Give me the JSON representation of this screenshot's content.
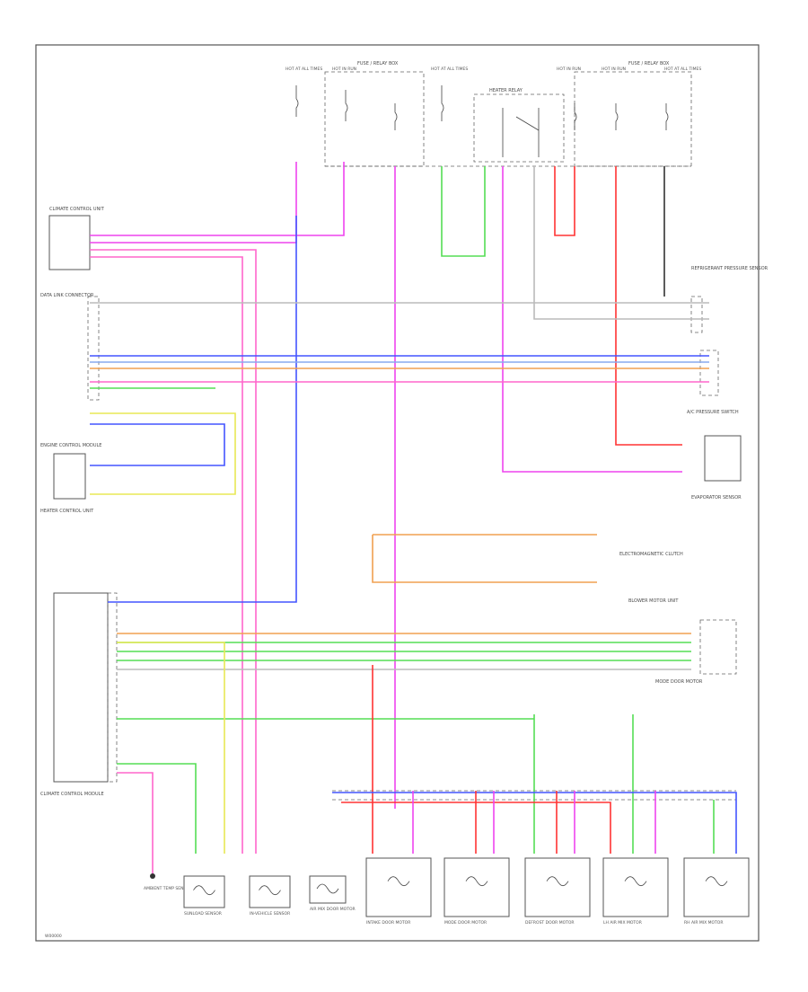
{
  "page": {
    "figure_id": "W00000"
  },
  "colors": {
    "magenta": "#ee44ee",
    "pink": "#ff66cc",
    "blue": "#4455ff",
    "lightblue": "#88aaee",
    "red": "#ff3333",
    "yellow": "#e8e855",
    "green": "#55dd55",
    "orange": "#f0a050",
    "gray": "#bbbbbb",
    "dark": "#333333"
  },
  "fuse_labels": [
    "HOT AT ALL TIMES",
    "HOT IN RUN",
    "HOT AT ALL TIMES",
    "HOT IN RUN",
    "HOT IN RUN",
    "HOT AT ALL TIMES"
  ],
  "top_labels": {
    "left_box": "FUSE / RELAY BOX",
    "center_box": "HEATER RELAY",
    "right_box": "FUSE / RELAY BOX"
  },
  "left_labels": {
    "climate_control_unit": "CLIMATE CONTROL UNIT",
    "data_link": "DATA LINK CONNECTOR",
    "engine_control_module": "ENGINE CONTROL MODULE",
    "heater_control": "HEATER CONTROL UNIT",
    "bottom_unit": "CLIMATE CONTROL MODULE"
  },
  "right_labels": {
    "refrigerant_sensor": "REFRIGERANT PRESSURE SENSOR",
    "ac_pressure": "A/C PRESSURE SWITCH",
    "evaporator": "EVAPORATOR SENSOR",
    "electro_clutch": "ELECTROMAGNETIC CLUTCH",
    "blower_unit": "BLOWER MOTOR UNIT",
    "mode_motor": "MODE DOOR MOTOR"
  },
  "bottom_labels": [
    "AMBIENT TEMP SENSOR",
    "SUNLOAD SENSOR",
    "IN-VEHICLE SENSOR",
    "AIR MIX DOOR MOTOR",
    "INTAKE DOOR MOTOR",
    "MODE DOOR MOTOR",
    "DEFROST DOOR MOTOR",
    "LH AIR MIX MOTOR",
    "RH AIR MIX MOTOR"
  ]
}
